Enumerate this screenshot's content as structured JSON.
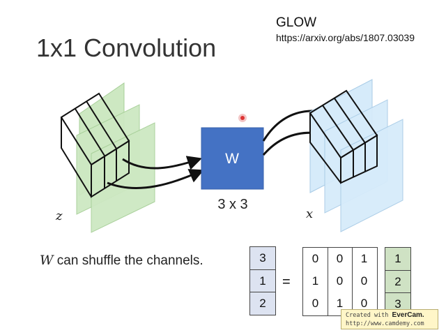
{
  "title": "1x1 Convolution",
  "reference": {
    "name": "GLOW",
    "url": "https://arxiv.org/abs/1807.03039"
  },
  "colors": {
    "input_tensor": "#cde8c2",
    "output_tensor": "#d6ebfa",
    "weight_box": "#4472c4",
    "vector_left": "#dde3f1",
    "vector_right": "#cfe2c4"
  },
  "weight": {
    "label": "W",
    "size_label": "3 x 3"
  },
  "variables": {
    "input": "z",
    "output": "x"
  },
  "caption": {
    "symbol": "W",
    "text": " can shuffle the channels."
  },
  "equation": {
    "left_vector": [
      "3",
      "1",
      "2"
    ],
    "equals": "=",
    "matrix": [
      [
        "0",
        "0",
        "1"
      ],
      [
        "1",
        "0",
        "0"
      ],
      [
        "0",
        "1",
        "0"
      ]
    ],
    "right_vector": [
      "1",
      "2",
      "3"
    ]
  },
  "watermark": {
    "created_with": "Created with ",
    "brand": "EverCam.",
    "url": "http://www.camdemy.com"
  }
}
